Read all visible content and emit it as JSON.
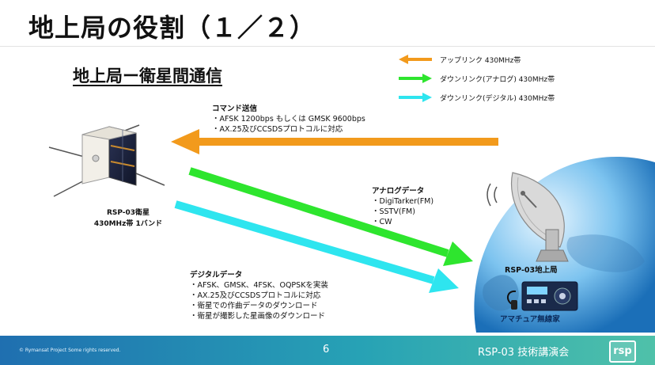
{
  "slide": {
    "title": "地上局の役割（１／２）",
    "subtitle": "地上局ー衛星間通信"
  },
  "legend": [
    {
      "label": "アップリンク  430MHz帯",
      "color": "#f29a1c"
    },
    {
      "label": "ダウンリンク(アナログ) 430MHz帯",
      "color": "#2ee52e"
    },
    {
      "label": "ダウンリンク(デジタル) 430MHz帯",
      "color": "#2ee5ef"
    }
  ],
  "command": {
    "heading": "コマンド送信",
    "lines": [
      "・AFSK 1200bps もしくは GMSK 9600bps",
      "・AX.25及びCCSDSプロトコルに対応"
    ]
  },
  "analog": {
    "heading": "アナログデータ",
    "lines": [
      "・DigiTarker(FM)",
      "・SSTV(FM)",
      "・CW"
    ]
  },
  "digital": {
    "heading": "デジタルデータ",
    "lines": [
      "・AFSK、GMSK、4FSK、OQPSKを実装",
      "・AX.25及びCCSDSプロトコルに対応",
      "・衛星での作曲データのダウンロード",
      "・衛星が撮影した星画像のダウンロード"
    ]
  },
  "satellite": {
    "name": "RSP-03衛星",
    "band": "430MHz帯 1バンド"
  },
  "ground": {
    "name": "RSP-03地上局",
    "amateur": "アマチュア無線家"
  },
  "footer": {
    "copyright": "© Rymansat Project Some rights reserved.",
    "page": "6",
    "event": "RSP-03 技術講演会",
    "logo": "rsp"
  }
}
